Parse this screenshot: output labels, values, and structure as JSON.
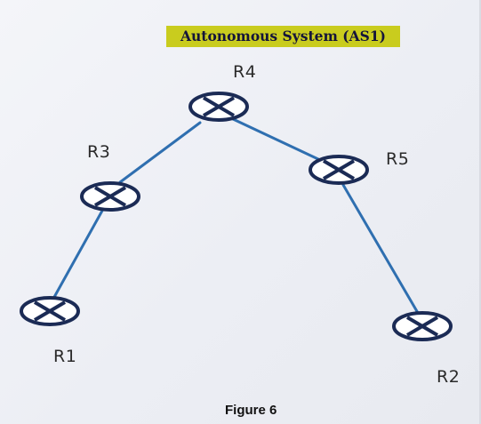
{
  "title": "Autonomous System (AS1)",
  "caption": "Figure 6",
  "colors": {
    "title_highlight": "#c9cc1e",
    "link": "#2f6fb0",
    "router_stroke": "#1b2b55"
  },
  "routers": [
    {
      "id": "R1",
      "label": "R1"
    },
    {
      "id": "R2",
      "label": "R2"
    },
    {
      "id": "R3",
      "label": "R3"
    },
    {
      "id": "R4",
      "label": "R4"
    },
    {
      "id": "R5",
      "label": "R5"
    }
  ],
  "links": [
    {
      "from": "R1",
      "to": "R3"
    },
    {
      "from": "R3",
      "to": "R4"
    },
    {
      "from": "R4",
      "to": "R5"
    },
    {
      "from": "R5",
      "to": "R2"
    }
  ]
}
